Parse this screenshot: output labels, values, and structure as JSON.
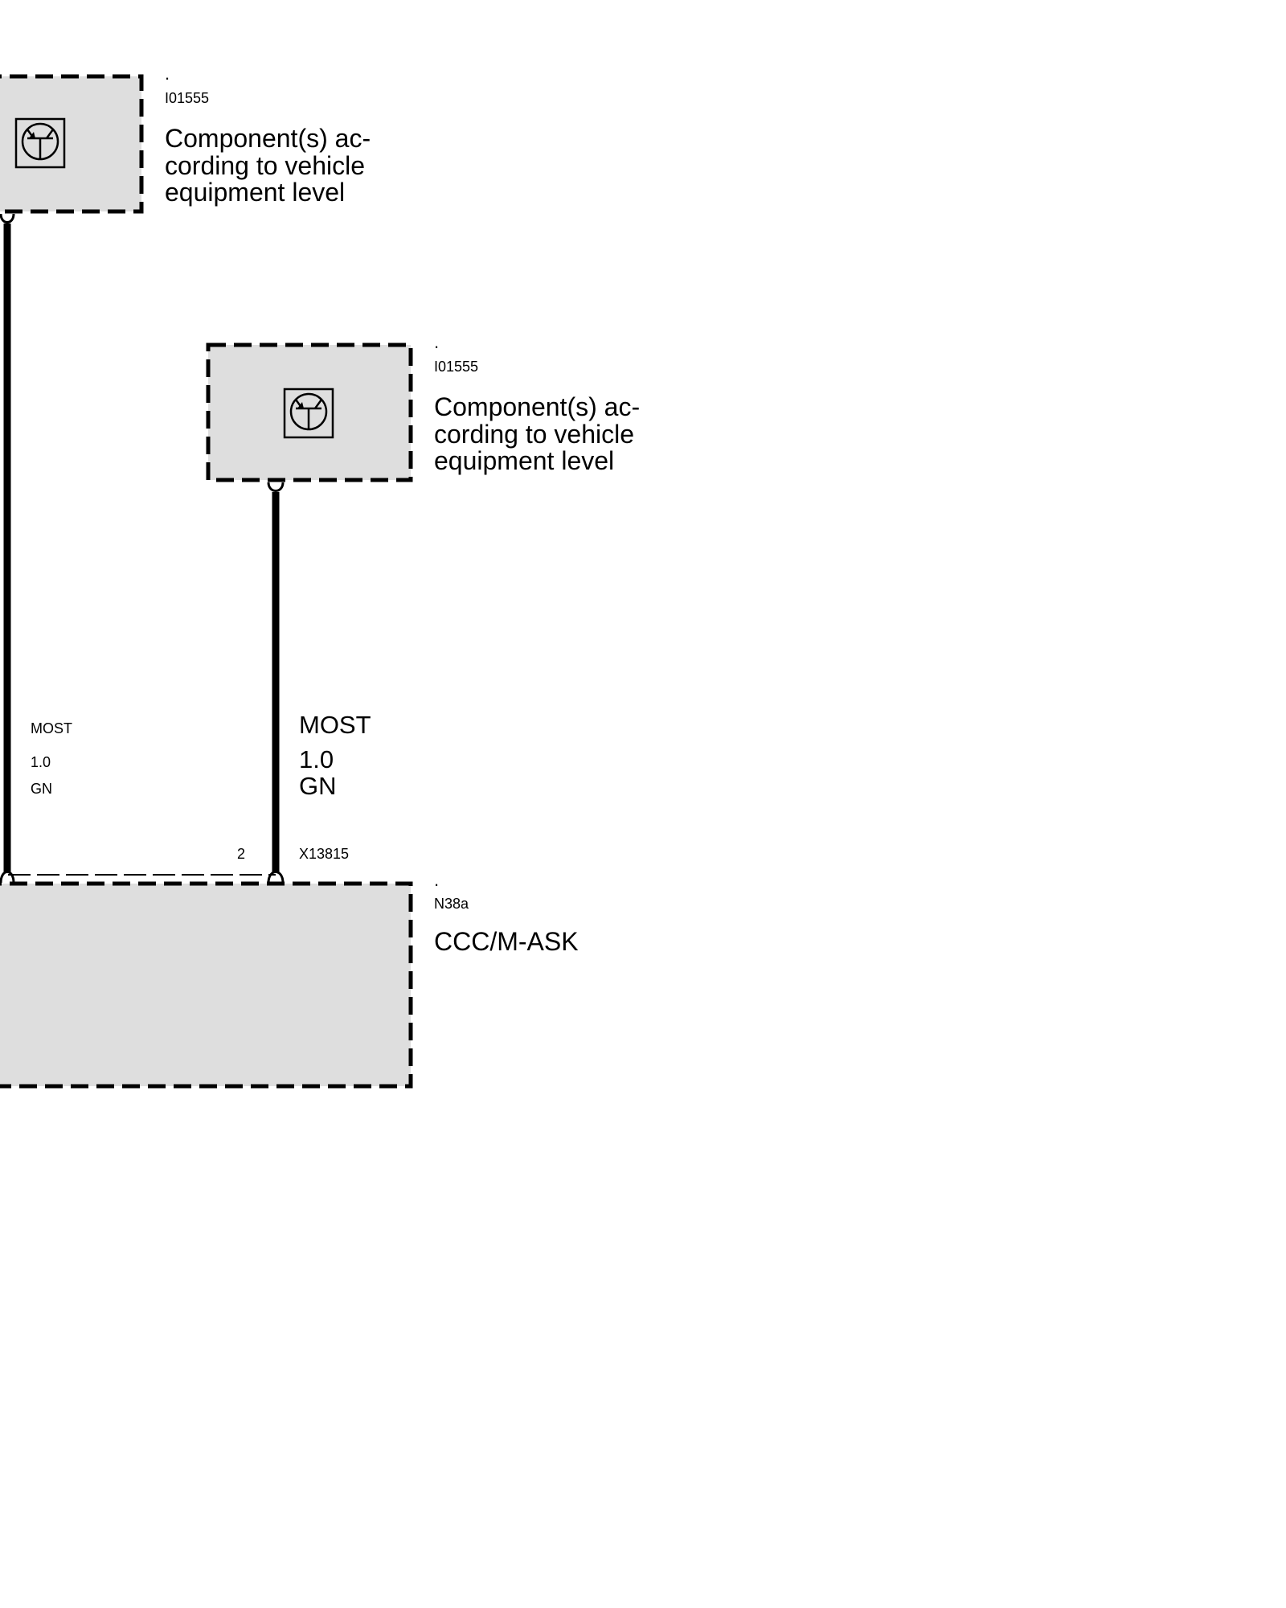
{
  "colors": {
    "line": "#000000",
    "box_fill": "#dedede",
    "background": "#ffffff"
  },
  "components": [
    {
      "marker": ".",
      "code": "I01555",
      "name": "Component(s) ac-\ncording to vehicle\nequipment level",
      "icon": "transistor-symbol-icon"
    },
    {
      "marker": ".",
      "code": "I01555",
      "name": "Component(s) ac-\ncording to vehicle\nequipment level",
      "icon": "transistor-symbol-icon"
    },
    {
      "marker": ".",
      "code": "N38a",
      "name": "CCC/M-ASK"
    }
  ],
  "wires": [
    {
      "signal": "MOST",
      "cross_section": "1.0",
      "color_code": "GN"
    },
    {
      "signal": "MOST",
      "cross_section": "1.0",
      "color_code": "GN"
    }
  ],
  "connector": {
    "pin": "2",
    "id": "X13815"
  }
}
